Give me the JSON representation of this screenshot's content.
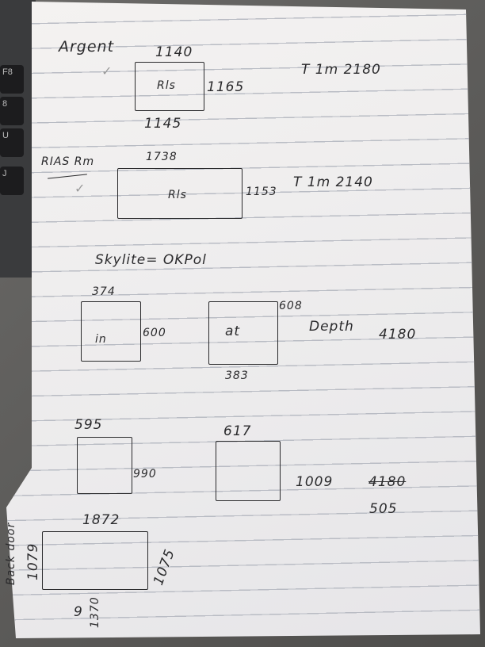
{
  "keyboard": {
    "keys": [
      "F8",
      "8",
      "U",
      "J"
    ]
  },
  "notes": {
    "argent": {
      "heading": "Argent",
      "room": "Rls",
      "top": "1140",
      "right": "1165",
      "bottom": "1145",
      "note": "T 1m 2180"
    },
    "rias": {
      "heading": "RIAS Rm",
      "room": "Rls",
      "top": "1738",
      "right": "1153",
      "note": "T 1m 2140"
    },
    "skylite": {
      "heading": "Skylite= OKPol",
      "in_box": {
        "label": "in",
        "top": "374",
        "right": "600"
      },
      "at_box": {
        "label": "at",
        "right": "608",
        "bottom": "383"
      },
      "depth_label": "Depth",
      "depth_value": "4180"
    },
    "row3": {
      "box1": {
        "top": "595",
        "right": "990"
      },
      "box2": {
        "top": "617"
      },
      "value": "1009",
      "struck": "4180",
      "corrected": "505"
    },
    "back_door": {
      "label": "Back door",
      "top": "1872",
      "left": "1079",
      "right": "1075",
      "bottom": "1370",
      "bottom_prefix": "9"
    }
  }
}
